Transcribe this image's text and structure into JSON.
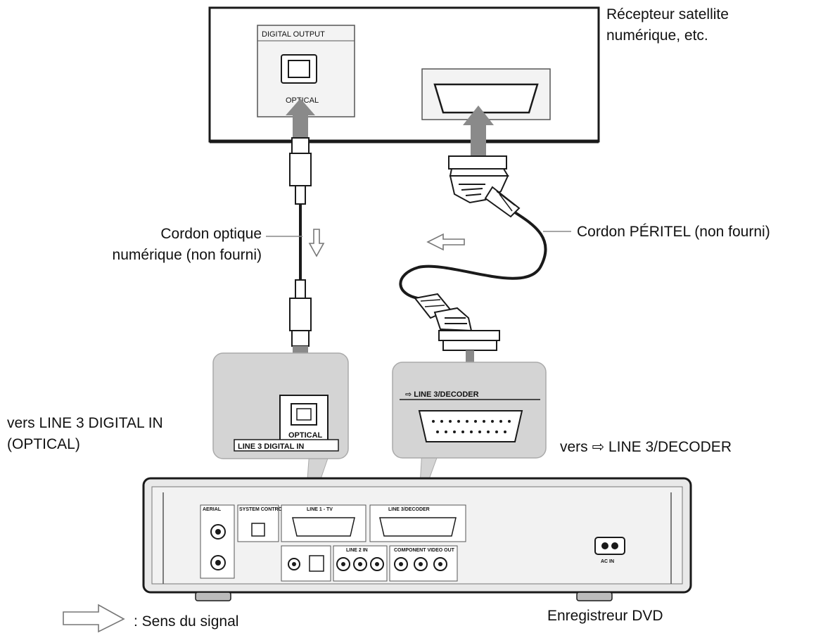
{
  "satellite_receiver": {
    "name": "Récepteur satellite numérique, etc.",
    "name_line1": "Récepteur satellite",
    "name_line2": "numérique, etc.",
    "digital_output_label": "DIGITAL OUTPUT",
    "optical_label": "OPTICAL"
  },
  "cables": {
    "optical": {
      "name": "Cordon optique numérique (non fourni)",
      "line1": "Cordon optique",
      "line2": "numérique (non fourni)"
    },
    "scart": {
      "name": "Cordon PÉRITEL (non fourni)"
    }
  },
  "callouts": {
    "digital_in": {
      "line1": "vers LINE 3 DIGITAL IN",
      "line2": "(OPTICAL)",
      "panel_optical_label": "OPTICAL",
      "panel_label": "LINE 3  DIGITAL IN"
    },
    "decoder": {
      "text": "vers ⇨ LINE 3/DECODER",
      "panel_label": "⇨ LINE 3/DECODER"
    }
  },
  "recorder": {
    "name": "Enregistreur DVD",
    "panel_labels": [
      "AERIAL",
      "SYSTEM CONTROL",
      "LINE 1 - TV",
      "LINE 3/DECODER",
      "LINE 2 IN",
      "COMPONENT VIDEO OUT",
      "AC IN"
    ]
  },
  "legend": {
    "text": ": Sens du signal"
  },
  "colors": {
    "arrow_gray": "#8a8a8a",
    "panel_gray": "#d4d4d4",
    "device_gray": "#e9e9e9",
    "line": "#1a1a1a"
  }
}
